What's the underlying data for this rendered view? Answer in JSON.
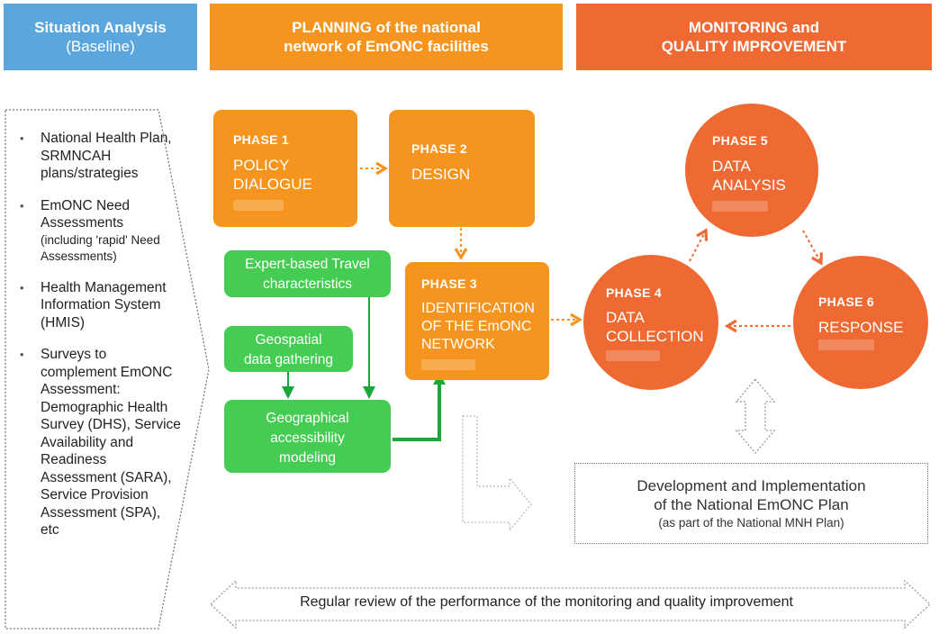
{
  "headers": {
    "situation": {
      "title": "Situation Analysis",
      "subtitle": "(Baseline)",
      "color": "#5aa6dd"
    },
    "planning": {
      "line1": "PLANNING of the national",
      "line2": "network of EmONC facilities",
      "color": "#f5951f"
    },
    "monitoring": {
      "line1": "MONITORING and",
      "line2": "QUALITY IMPROVEMENT",
      "color": "#ef6a33"
    }
  },
  "baseline_items": [
    {
      "main": "National Health Plan, SRMNCAH plans/strategies",
      "small": ""
    },
    {
      "main": "EmONC Need Assessments",
      "small": "(including 'rapid' Need Assessments)"
    },
    {
      "main": "Health Management Information System (HMIS)",
      "small": ""
    },
    {
      "main": "Surveys to complement EmONC Assessment: Demographic Health Survey (DHS), Service Availability and Readiness Assessment (SARA), Service Provision Assessment (SPA), etc",
      "small": ""
    }
  ],
  "phases": {
    "p1": {
      "label": "PHASE 1",
      "line1": "POLICY",
      "line2": "DIALOGUE"
    },
    "p2": {
      "label": "PHASE 2",
      "line1": "DESIGN",
      "line2": ""
    },
    "p3": {
      "label": "PHASE 3",
      "line1": "IDENTIFICATION",
      "line2": "OF THE EmONC",
      "line3": "NETWORK"
    },
    "p4": {
      "label": "PHASE 4",
      "line1": "DATA",
      "line2": "COLLECTION"
    },
    "p5": {
      "label": "PHASE 5",
      "line1": "DATA",
      "line2": "ANALYSIS"
    },
    "p6": {
      "label": "PHASE 6",
      "line1": "RESPONSE",
      "line2": ""
    }
  },
  "green_boxes": {
    "travel": {
      "line1": "Expert-based Travel",
      "line2": "characteristics"
    },
    "geospatial": {
      "line1": "Geospatial",
      "line2": "data gathering"
    },
    "modeling": {
      "line1": "Geographical",
      "line2": "accessibility",
      "line3": "modeling"
    }
  },
  "development": {
    "line1": "Development and Implementation",
    "line2": "of the National EmONC Plan",
    "sub": "(as part of the National MNH Plan)"
  },
  "review": {
    "text": "Regular review of the performance of the monitoring and quality improvement"
  },
  "colors": {
    "orange": "#f5951f",
    "red": "#ef6a33",
    "green": "#44cd52",
    "blue": "#5aa6dd",
    "dark_green": "#19a83a"
  }
}
